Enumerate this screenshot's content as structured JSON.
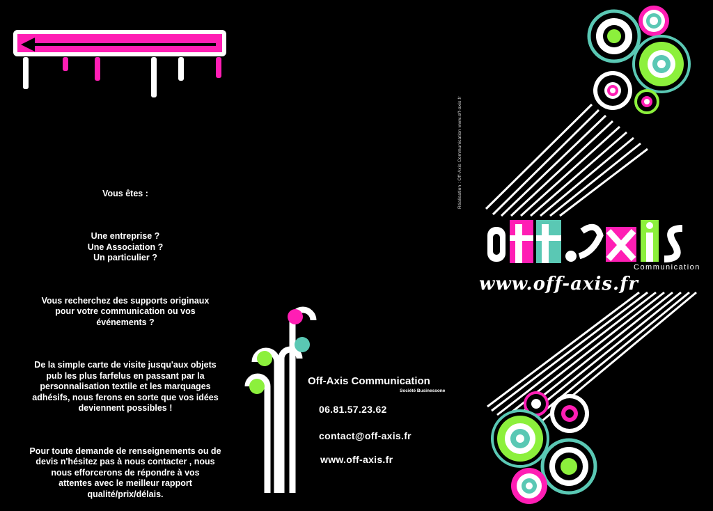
{
  "pitch": {
    "intro": "Vous êtes :",
    "questions": "Une entreprise ?\nUne Association ?\nUn particulier ?",
    "search": "Vous recherchez des supports originaux\npour votre communication ou vos\névénements ?",
    "offer": "De la simple carte de visite jusqu'aux objets\npub les plus farfelus en passant par la\npersonnalisation textile et les marquages\nadhésifs, nous ferons en sorte que vos idées\ndeviennent possibles !",
    "contact_prompt": "Pour toute demande de renseignements ou de\ndevis n'hésitez pas à nous contacter , nous\nnous efforcerons de répondre à vos\nattentes avec le meilleur rapport\nqualité/prix/délais."
  },
  "credit": "Réalisation : Off-Axis Communication     www.off-axis.fr",
  "logo": {
    "wordmark": "off-axis",
    "subtitle": "Communication",
    "url": "www.off-axis.fr"
  },
  "company": {
    "name": "Off-Axis Communication",
    "tagline": "Société Businessone",
    "phone": "06.81.57.23.62",
    "email": "contact@off-axis.fr",
    "website": "www.off-axis.fr"
  },
  "colors": {
    "background": "#000000",
    "magenta": "#ff1eb4",
    "lime": "#8cf03c",
    "teal": "#5ac8b4",
    "white": "#ffffff"
  },
  "icons": [
    "back-arrow-icon",
    "target-circle-icon",
    "flower-stem-icon"
  ]
}
